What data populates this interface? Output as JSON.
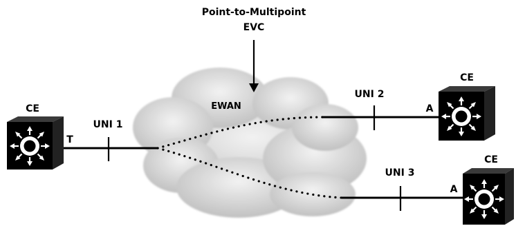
{
  "header": {
    "title_line1": "Point-to-Multipoint",
    "title_line2": "EVC"
  },
  "cloud": {
    "label": "EWAN"
  },
  "nodes": [
    {
      "device": "CE",
      "uni": "UNI 1",
      "role": "T"
    },
    {
      "device": "CE",
      "uni": "UNI 2",
      "role": "A"
    },
    {
      "device": "CE",
      "uni": "UNI 3",
      "role": "A"
    }
  ],
  "icons": {
    "device_icon": "layer3-switch-icon",
    "network_icon": "cloud-icon"
  },
  "colors": {
    "device_fill": "#000000",
    "cloud_fill": "#dcdcdc",
    "line": "#000000"
  }
}
